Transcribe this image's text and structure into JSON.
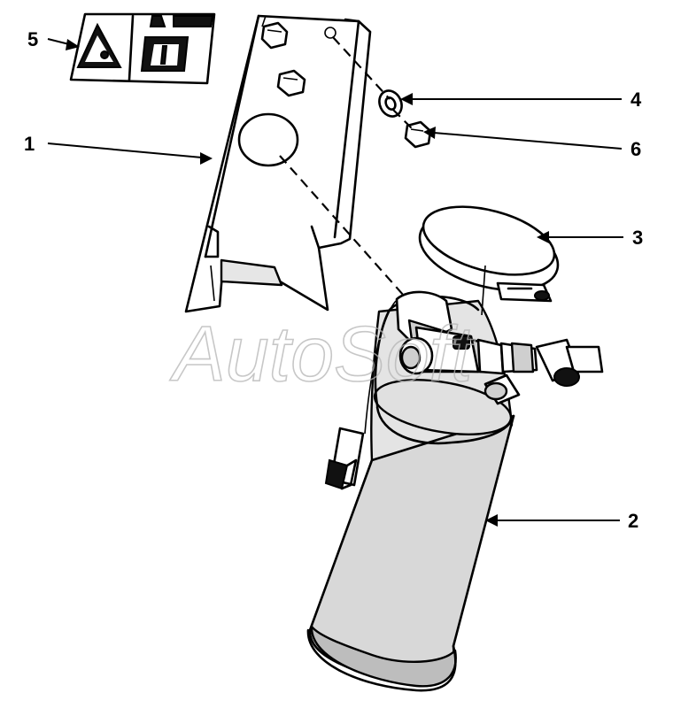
{
  "watermark": "AutoSoft",
  "callouts": [
    "1",
    "2",
    "3",
    "4",
    "5",
    "6"
  ]
}
